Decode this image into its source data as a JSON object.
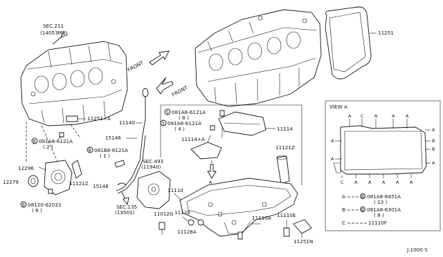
{
  "labels": {
    "sec211": "SEC.211",
    "sec211_sub": "(14053MB)",
    "front1": "FRONT",
    "front2": "FRONT",
    "p11251": "11251",
    "p11251a": "11251+A",
    "b081a8_2": "081A8-6121A",
    "b081a8_2_qty": "( 2 )",
    "b081b8": "081B8-6121A",
    "b081b8_qty": "( 1 )",
    "p12296": "12296",
    "p12279": "12279",
    "p11121z_l": "11121Z",
    "b08120": "08120-62033",
    "b08120_qty": "( 6 )",
    "p11140": "11140",
    "p15146": "15146",
    "p15148": "15148",
    "sec135": "SEC.135",
    "sec135_sub": "(13501)",
    "sec493": "SEC.493",
    "sec493_sub": "(11940)",
    "s081a8_8": "081A8-6121A",
    "s081a8_8_qty": "( 8 )",
    "s081a8_4": "081A8-6121A",
    "s081a8_4_qty": "( 4 )",
    "p11114": "11114",
    "p11114a": "11114+A",
    "p11121z_r": "11121Z",
    "p11110": "11110",
    "p11012g": "11012G",
    "p11128": "11128",
    "p11128a": "11128A",
    "p11110a": "11110A",
    "p11110e": "11110E",
    "p11251n": "11251N",
    "view_a": "VIEW A",
    "leg_a": "081A8-8451A",
    "leg_a_qty": "( 13 )",
    "leg_b": "081A8-6301A",
    "leg_b_qty": "( 8 )",
    "leg_c": "11110F",
    "footer": "J:1000 S"
  },
  "letters": {
    "a": "A",
    "b": "B",
    "c": "C",
    "s": "S"
  }
}
